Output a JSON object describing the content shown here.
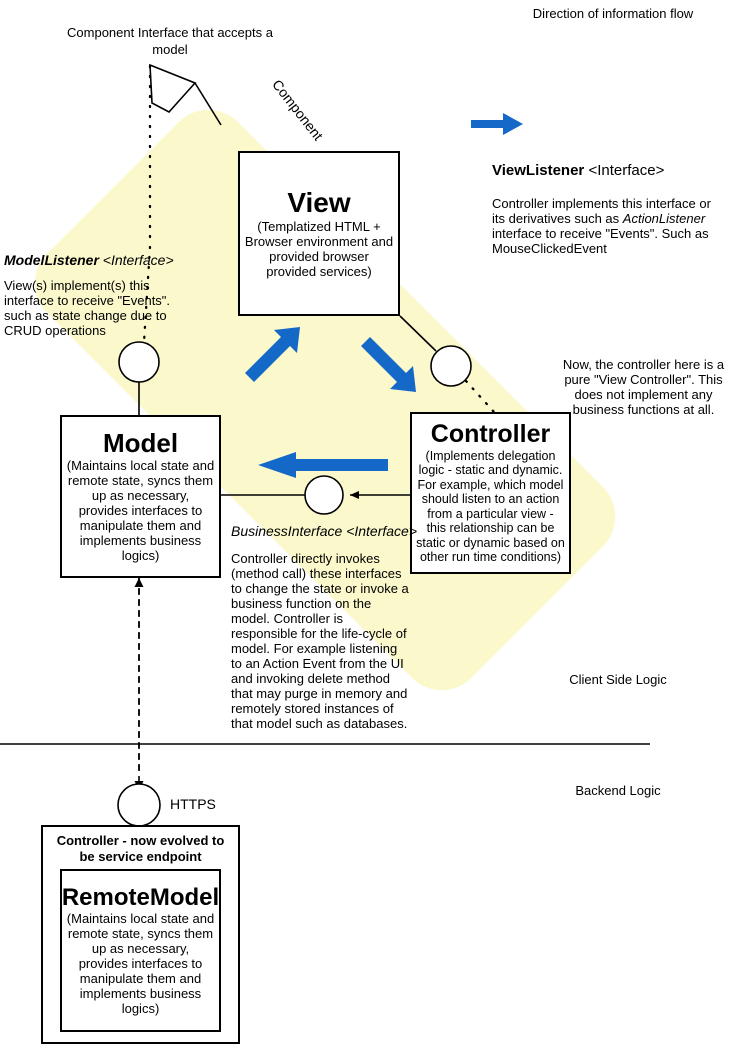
{
  "diagram": {
    "title_note_top_left": "Component Interface that accepts a model",
    "direction_note": "Direction of information flow",
    "component_label": "Component",
    "client_side_label": "Client Side Logic",
    "backend_label": "Backend Logic",
    "https_label": "HTTPS"
  },
  "boxes": {
    "view": {
      "title": "View",
      "desc": "(Templatized HTML + Browser environment and provided browser provided services)"
    },
    "model": {
      "title": "Model",
      "desc": "(Maintains local state and remote state, syncs them up as necessary, provides interfaces to manipulate them and implements business logics)"
    },
    "controller": {
      "title": "Controller",
      "desc": "(Implements delegation logic - static and dynamic. For example, which model should listen to an action from a particular view - this relationship can be static or dynamic based on other run time conditions)"
    },
    "remote_container": {
      "title": "Controller  - now evolved to be service endpoint"
    },
    "remote_model": {
      "title": "RemoteModel",
      "desc": "(Maintains local state and remote state, syncs them up as necessary, provides interfaces to manipulate them and implements business logics)"
    }
  },
  "annotations": {
    "model_listener": {
      "name": "ModelListener",
      "stereotype": "<Interface>",
      "body": "View(s) implement(s) this interface to receive \"Events\". such as state change due to CRUD operations"
    },
    "view_listener": {
      "name": "ViewListener",
      "stereotype": "<Interface>",
      "body_1": "Controller implements this interface or its derivatives such as ",
      "body_em": "ActionListener",
      "body_2": " interface to receive \"Events\". Such as MouseClickedEvent"
    },
    "business_interface": {
      "name": "BusinessInterface",
      "stereotype": "<Interface>",
      "body": "Controller directly invokes (method call) these interfaces to change the state or invoke a business function on the model. Controller is responsible for the life-cycle of model. For example listening to an Action Event from the UI and invoking delete method that may purge in memory and remotely stored instances of that model such as databases."
    },
    "controller_note": {
      "body": "Now, the controller here is a pure \"View Controller\". This does not implement any business functions at all."
    }
  },
  "colors": {
    "component_fill": "#FBF8CC",
    "arrow_blue": "#1368C8",
    "stroke": "#000000",
    "background": "#FFFFFF"
  }
}
